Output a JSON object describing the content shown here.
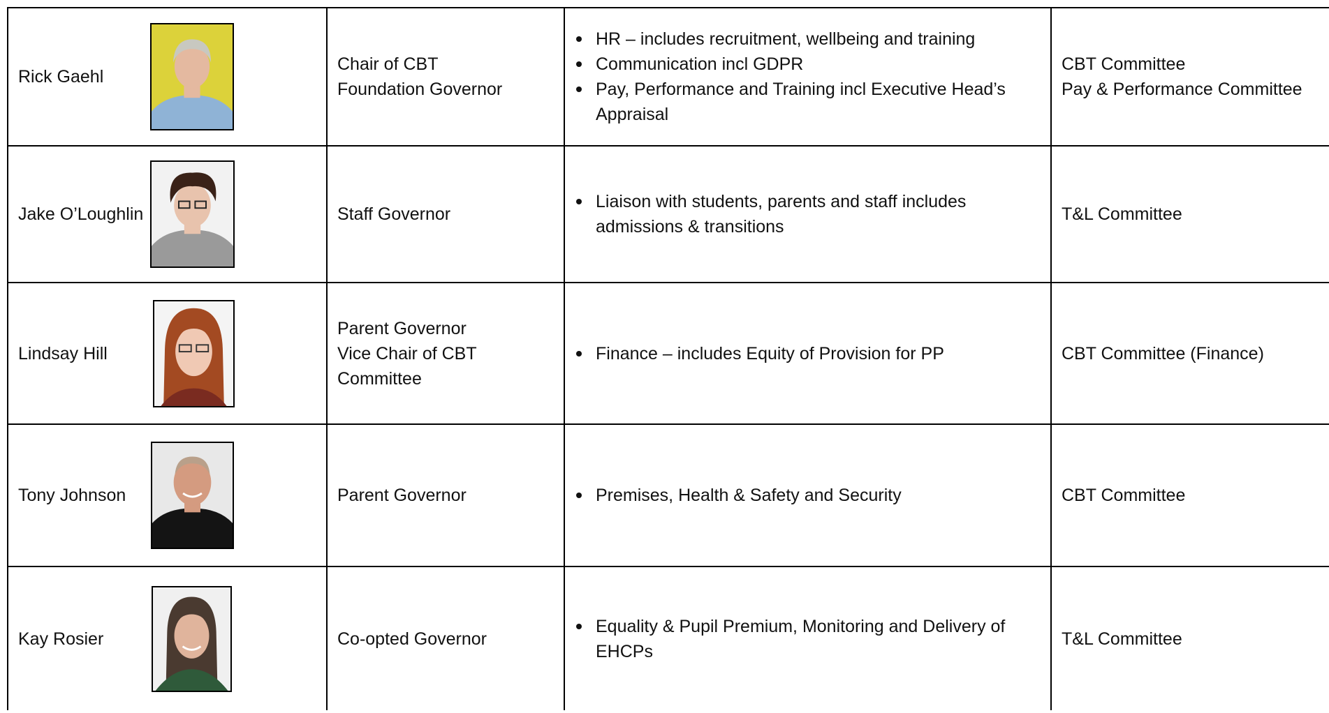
{
  "governors": [
    {
      "name": "Rick Gaehl",
      "role": [
        "Chair of CBT",
        "Foundation Governor"
      ],
      "responsibilities": [
        "HR – includes recruitment, wellbeing and training",
        "Communication incl GDPR",
        "Pay, Performance and Training incl Executive Head’s Appraisal"
      ],
      "committees": [
        "CBT Committee",
        "Pay & Performance Committee"
      ]
    },
    {
      "name": "Jake O’Loughlin",
      "role": [
        "Staff Governor"
      ],
      "responsibilities": [
        "Liaison with students, parents and staff includes admissions & transitions"
      ],
      "committees": [
        "T&L Committee"
      ]
    },
    {
      "name": "Lindsay Hill",
      "role": [
        "Parent Governor",
        "Vice Chair of CBT Committee"
      ],
      "responsibilities": [
        "Finance – includes Equity of Provision for PP"
      ],
      "committees": [
        "CBT Committee (Finance)"
      ]
    },
    {
      "name": "Tony Johnson",
      "role": [
        "Parent Governor"
      ],
      "responsibilities": [
        "Premises, Health & Safety and Security"
      ],
      "committees": [
        "CBT Committee"
      ]
    },
    {
      "name": "Kay Rosier",
      "role": [
        "Co-opted Governor"
      ],
      "responsibilities": [
        "Equality & Pupil Premium, Monitoring and Delivery of EHCPs"
      ],
      "committees": [
        "T&L Committee"
      ]
    }
  ],
  "photos": [
    {
      "icon": "portrait-photo-icon",
      "background": "#dcd23a",
      "hair": "#c8c8c0",
      "shirt": "#8fb3d6",
      "skin": "#e4b9a0"
    },
    {
      "icon": "portrait-photo-icon",
      "background": "#f2f2f2",
      "hair": "#3a2218",
      "shirt": "#9a9a9a",
      "skin": "#e8c3ad"
    },
    {
      "icon": "portrait-photo-icon",
      "background": "#f4f4f4",
      "hair": "#a34a22",
      "shirt": "#7a2b20",
      "skin": "#f0c9b4"
    },
    {
      "icon": "portrait-photo-icon",
      "background": "#e8e8e8",
      "hair": "#b9a08a",
      "shirt": "#141414",
      "skin": "#d49b80"
    },
    {
      "icon": "portrait-photo-icon",
      "background": "#f0f0f0",
      "hair": "#4a3a30",
      "shirt": "#2f5a3a",
      "skin": "#e0b49c"
    }
  ]
}
